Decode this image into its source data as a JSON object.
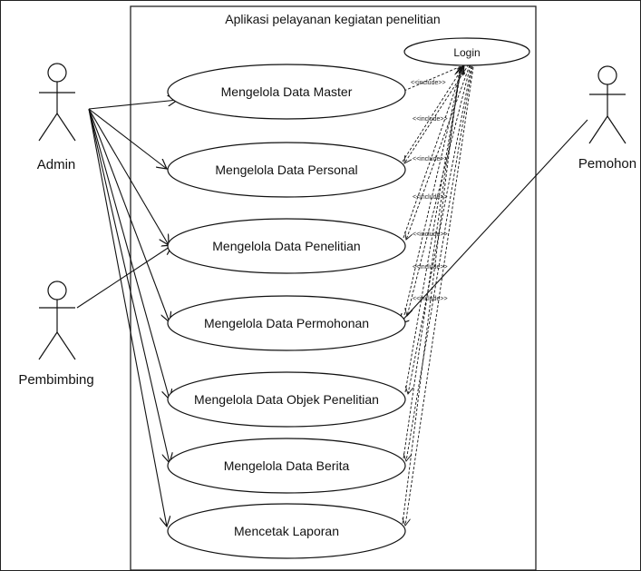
{
  "system": {
    "title": "Aplikasi pelayanan kegiatan penelitian"
  },
  "actors": {
    "admin": "Admin",
    "pembimbing": "Pembimbing",
    "pemohon": "Pemohon"
  },
  "use_cases": {
    "login": "Login",
    "data_master": "Mengelola Data Master",
    "data_personal": "Mengelola Data Personal",
    "data_penelitian": "Mengelola Data Penelitian",
    "data_permohonan": "Mengelola Data Permohonan",
    "data_objek": "Mengelola Data Objek Penelitian",
    "data_berita": "Mengelola Data Berita",
    "laporan": "Mencetak Laporan"
  },
  "relation_label": "<<include>>"
}
